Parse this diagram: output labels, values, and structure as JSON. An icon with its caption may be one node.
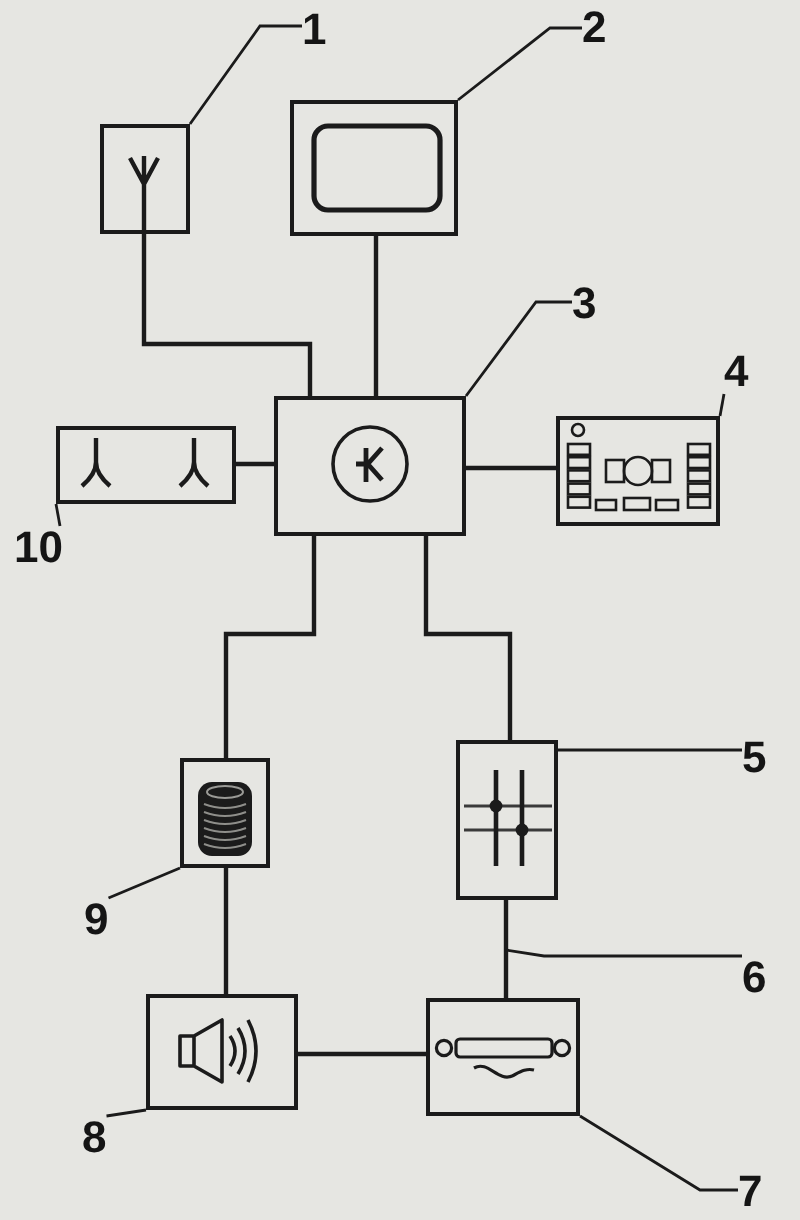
{
  "diagram": {
    "nodes": [
      {
        "text": [
          "1"
        ]
      },
      {
        "text": [
          "2"
        ]
      },
      {
        "text": [],
        "shape": "box"
      },
      {
        "text": [],
        "shape": "box"
      },
      {
        "text": [
          "3"
        ]
      },
      {
        "text": [
          "4"
        ]
      },
      {
        "text": [],
        "shape": "box"
      },
      {
        "text": [],
        "shape": "box"
      },
      {
        "text": [],
        "shape": "box"
      },
      {
        "text": [
          "10"
        ]
      },
      {
        "text": [],
        "shape": "box"
      },
      {
        "text": [],
        "shape": "box"
      },
      {
        "text": [
          "5"
        ]
      },
      {
        "text": [
          "9"
        ]
      },
      {
        "text": [
          "6"
        ]
      },
      {
        "text": [],
        "shape": "box"
      },
      {
        "text": [],
        "shape": "box"
      },
      {
        "text": [
          "8"
        ]
      },
      {
        "text": [
          "7"
        ]
      }
    ],
    "edges": [
      {
        "from": 2,
        "to": 7,
        "arrow": "none"
      },
      {
        "from": 3,
        "to": 7,
        "arrow": "none"
      },
      {
        "from": 6,
        "to": 7,
        "arrow": "none"
      },
      {
        "from": 7,
        "to": 8,
        "arrow": "none"
      },
      {
        "from": 7,
        "to": 10,
        "arrow": "none"
      },
      {
        "from": 7,
        "to": 11,
        "arrow": "none"
      },
      {
        "from": 10,
        "to": 15,
        "arrow": "none"
      },
      {
        "from": 11,
        "to": 16,
        "arrow": "none"
      },
      {
        "from": 15,
        "to": 16,
        "arrow": "none"
      },
      {
        "from": 0,
        "to": 2,
        "arrow": "none"
      },
      {
        "from": 1,
        "to": 3,
        "arrow": "none"
      },
      {
        "from": 4,
        "to": 7,
        "arrow": "none"
      },
      {
        "from": 5,
        "to": 8,
        "arrow": "none"
      },
      {
        "from": 9,
        "to": 6,
        "arrow": "none"
      },
      {
        "from": 12,
        "to": 11,
        "arrow": "none"
      },
      {
        "from": 13,
        "to": 10,
        "arrow": "none"
      },
      {
        "from": 14,
        "to": null,
        "arrow": "none"
      },
      {
        "from": 17,
        "to": 15,
        "arrow": "none"
      },
      {
        "from": 18,
        "to": 16,
        "arrow": "none"
      }
    ]
  }
}
